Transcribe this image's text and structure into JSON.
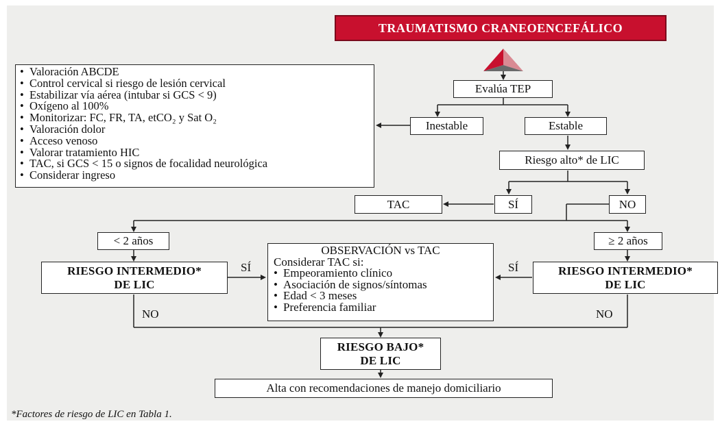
{
  "title": "TRAUMATISMO CRANEOENCEFÁLICO",
  "evalua": "Evalúa TEP",
  "inestable": "Inestable",
  "estable": "Estable",
  "riesgo_alto": "Riesgo alto* de LIC",
  "tac": "TAC",
  "si": "SÍ",
  "no": "NO",
  "menor2": "< 2 años",
  "mayor2": "≥ 2 años",
  "riesgo_intermedio_l1": "RIESGO INTERMEDIO*",
  "riesgo_intermedio_l2": "DE LIC",
  "riesgo_bajo_l1": "RIESGO BAJO*",
  "riesgo_bajo_l2": "DE LIC",
  "alta": "Alta con recomendaciones de manejo domiciliario",
  "unstable_list": [
    "Valoración ABCDE",
    "Control cervical si riesgo de lesión cervical",
    "Estabilizar vía aérea (intubar si GCS < 9)",
    "Oxígeno al 100%",
    "Monitorizar: FC, FR, TA, etCO₂ y Sat O₂",
    "Valoración dolor",
    "Acceso  venoso",
    "Valorar tratamiento HIC",
    "TAC, si GCS < 15 o signos de focalidad neurológica",
    "Considerar ingreso"
  ],
  "observacion": {
    "title": "OBSERVACIÓN vs TAC",
    "subtitle": "Considerar TAC si:",
    "items": [
      "Empeoramiento clínico",
      "Asociación de signos/síntomas",
      "Edad < 3 meses",
      "Preferencia familiar"
    ]
  },
  "footnote": "*Factores de riesgo de LIC en Tabla 1.",
  "colors": {
    "accent": "#c8102e",
    "panel": "#eeeeec",
    "line": "#222222"
  }
}
